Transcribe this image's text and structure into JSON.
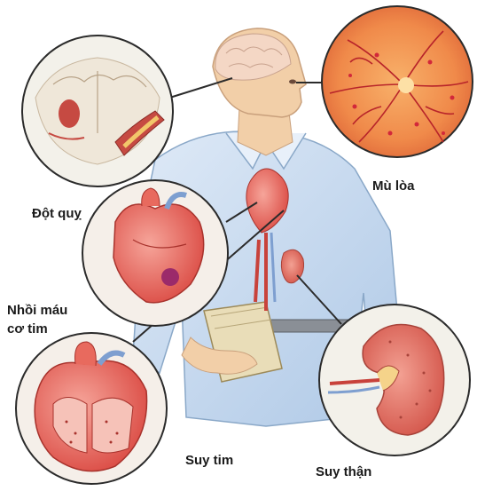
{
  "labels": {
    "stroke": "Đột quỵ",
    "blindness": "Mù lòa",
    "infarction_line1": "Nhồi máu",
    "infarction_line2": "cơ tim",
    "heart_failure": "Suy tim",
    "kidney_failure": "Suy thận"
  },
  "colors": {
    "skin": "#f2cfa8",
    "shirt": "#c9dcf0",
    "heart": "#e55a52",
    "retina": "#f08a4a",
    "kidney": "#d86a60",
    "vein": "#b8242a",
    "circle_border": "#2b2b2b"
  }
}
